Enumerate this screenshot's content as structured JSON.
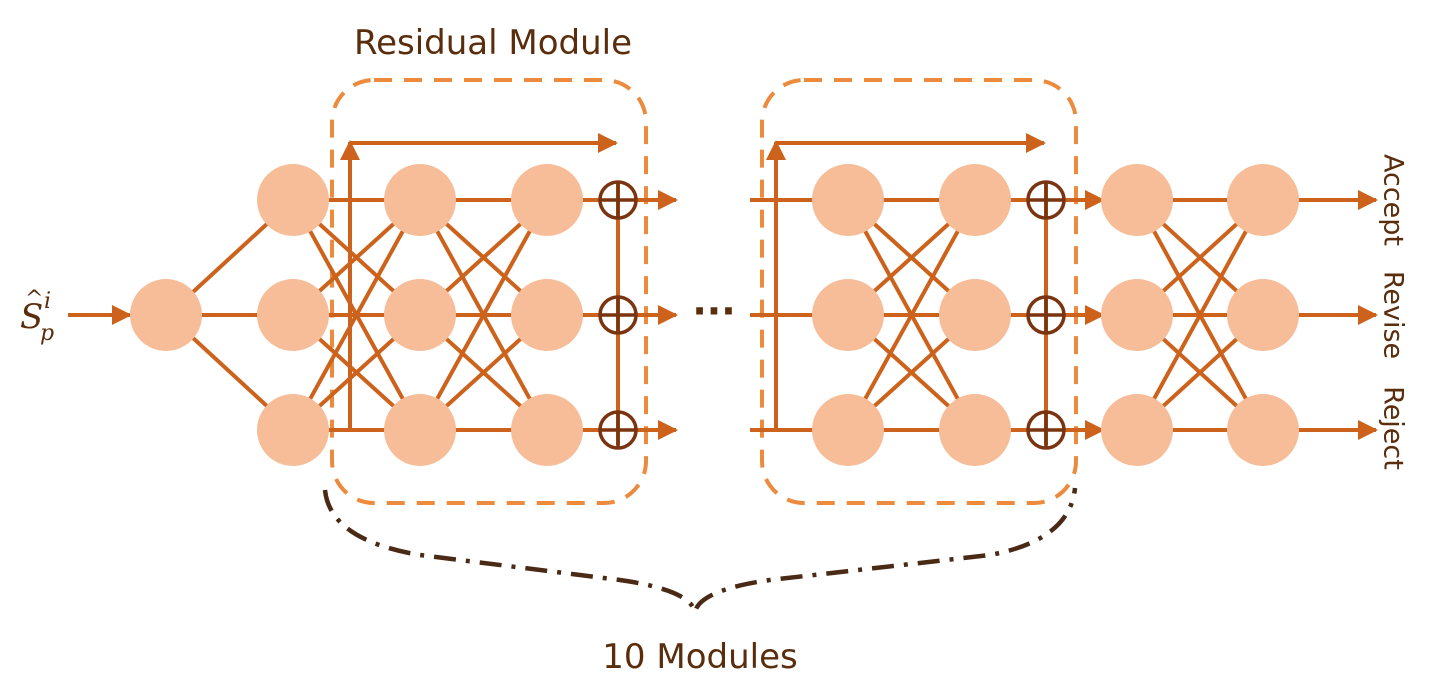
{
  "title": "Residual Module",
  "input_label": {
    "base": "S",
    "hat": "^",
    "sup": "i",
    "sub": "p"
  },
  "ellipsis": "···",
  "outputs": [
    "Accept",
    "Revise",
    "Reject"
  ],
  "brace_label": "10 Modules",
  "colors": {
    "node": "#f6bd98",
    "edge": "#cc621b",
    "dashed_box": "#ec8a3d",
    "sum": "#7a3410",
    "text": "#5a2d0c",
    "brace": "#4a2a14"
  }
}
